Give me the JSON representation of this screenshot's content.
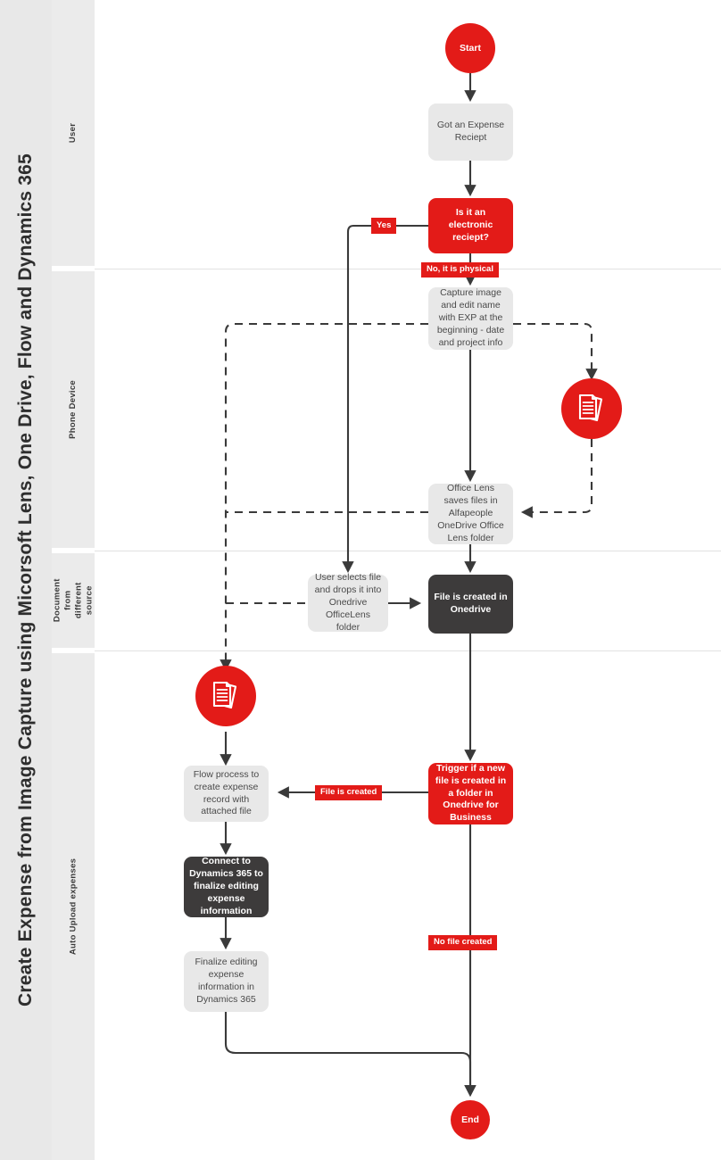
{
  "title": "Create Expense from Image Capture using Micorsoft Lens, One Drive, Flow and Dynamics 365",
  "colors": {
    "brand_red": "#e31b18",
    "dark_node": "#3d3b3b",
    "grey_node": "#e8e8e8",
    "band": "#e8e8e8",
    "lane_label": "#ebebeb",
    "connector": "#3a3a3a"
  },
  "lanes": [
    {
      "id": "user",
      "label": "User"
    },
    {
      "id": "phone",
      "label": "Phone Device"
    },
    {
      "id": "document",
      "label": "Document from\ndifferent source"
    },
    {
      "id": "auto",
      "label": "Auto Upload expenses"
    }
  ],
  "nodes": {
    "start": {
      "label": "Start",
      "type": "terminator-red"
    },
    "got_receipt": {
      "label": "Got an Expense Reciept",
      "type": "process-grey"
    },
    "is_electronic": {
      "label": "Is it an electronic reciept?",
      "type": "decision-red"
    },
    "capture": {
      "label": "Capture image and edit name with EXP at the beginning - date and project info",
      "type": "process-grey"
    },
    "office_lens": {
      "label": "Office Lens saves files in Alfapeople OneDrive Office Lens folder",
      "type": "process-grey"
    },
    "user_selects": {
      "label": "User selects file and drops it into Onedrive OfficeLens folder",
      "type": "process-grey"
    },
    "file_created": {
      "label": "File is created in Onedrive",
      "type": "process-dark"
    },
    "trigger": {
      "label": "Trigger if a new file is created in a folder in Onedrive for Business",
      "type": "process-red"
    },
    "flow_process": {
      "label": "Flow process to create expense record with attached file",
      "type": "process-grey"
    },
    "connect_d365": {
      "label": "Connect to Dynamics 365 to finalize editing expense information",
      "type": "process-dark"
    },
    "finalize": {
      "label": "Finalize editing expense information in Dynamics 365",
      "type": "process-grey"
    },
    "end": {
      "label": "End",
      "type": "terminator-red"
    }
  },
  "icons": {
    "doc_phone": "documents-icon",
    "doc_auto": "documents-icon"
  },
  "edge_labels": {
    "yes": "Yes",
    "no_physical": "No, it is physical",
    "file_is_created": "File is created",
    "no_file_created": "No file created"
  }
}
